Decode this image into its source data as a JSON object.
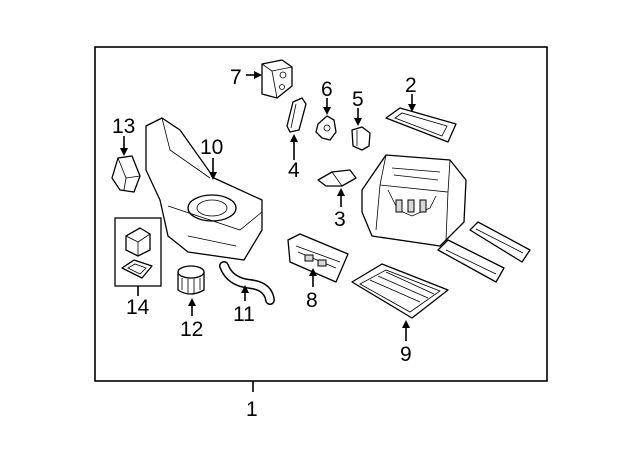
{
  "diagram": {
    "title": "Heater / A/C case assembly exploded parts diagram",
    "callouts": {
      "assembly": "1",
      "filter_cover_seal": "2",
      "bracket": "3",
      "sensor": "4",
      "actuator_5": "5",
      "actuator_6": "6",
      "mode_actuator": "7",
      "control_panel": "8",
      "cabin_filter": "9",
      "blower_case": "10",
      "hose": "11",
      "blower_motor": "12",
      "resistor_bracket": "13",
      "blower_resistor_kit": "14"
    }
  }
}
